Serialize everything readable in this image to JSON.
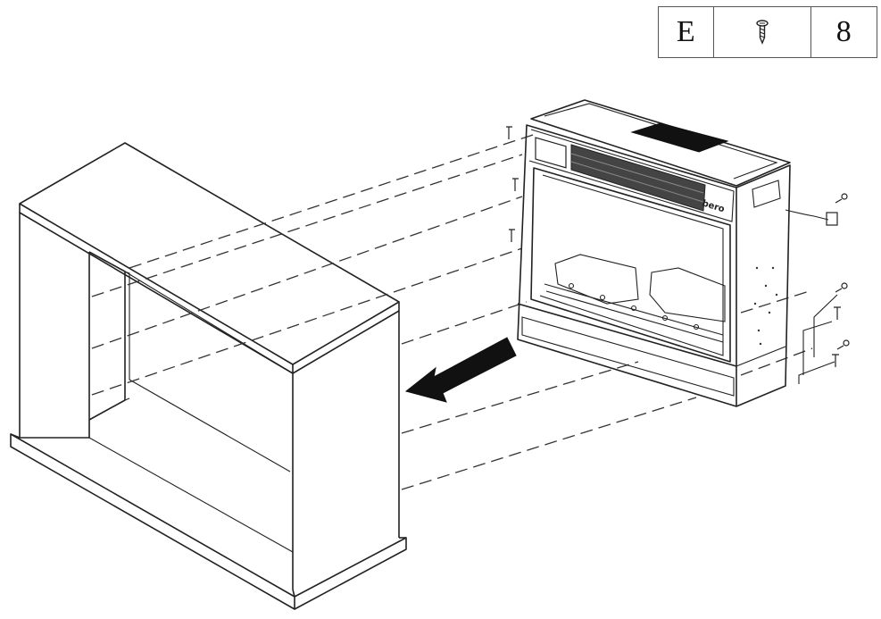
{
  "parts_table": {
    "part_letter": "E",
    "icon": "screw-icon",
    "quantity": "8"
  },
  "insert": {
    "logo": "bero"
  },
  "colors": {
    "line": "#222222",
    "arrow": "#111111",
    "background": "#ffffff"
  }
}
